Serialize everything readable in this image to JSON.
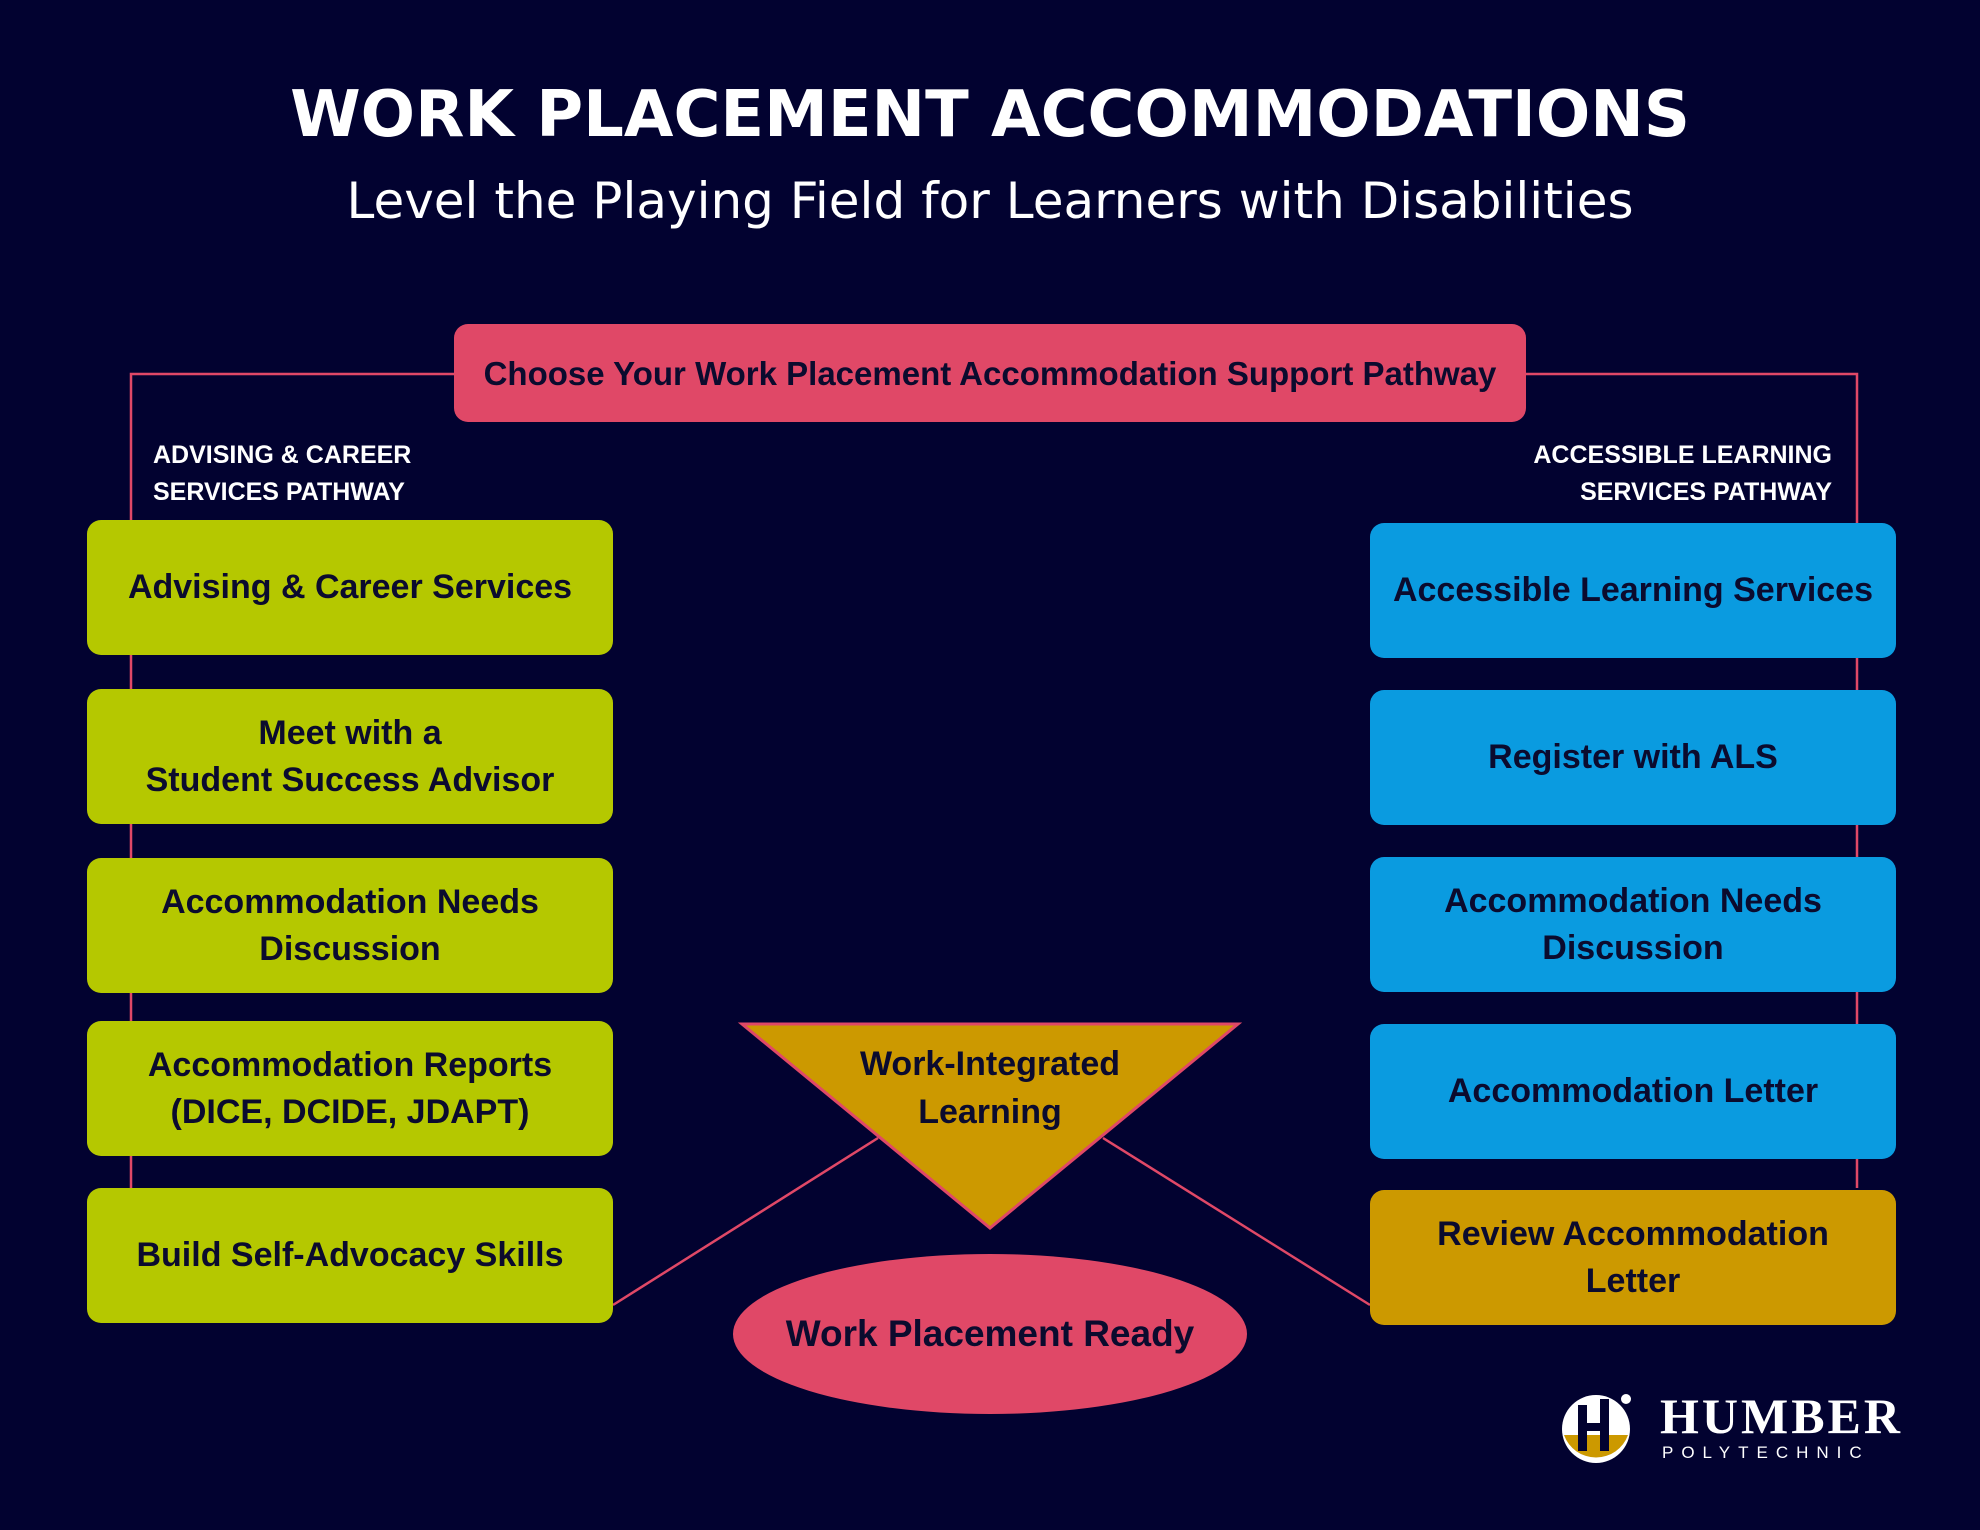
{
  "title": "WORK PLACEMENT ACCOMMODATIONS",
  "subtitle": "Level the Playing Field for Learners with Disabilities",
  "header": "Choose Your Work Placement Accommodation Support Pathway",
  "left_pathway": {
    "label": "ADVISING & CAREER\nSERVICES PATHWAY",
    "steps": [
      "Advising & Career Services",
      "Meet with a\nStudent Success Advisor",
      "Accommodation Needs\nDiscussion",
      "Accommodation Reports\n(DICE, DCIDE, JDAPT)",
      "Build Self-Advocacy Skills"
    ]
  },
  "right_pathway": {
    "label": "ACCESSIBLE LEARNING\nSERVICES PATHWAY",
    "steps": [
      "Accessible Learning Services",
      "Register with ALS",
      "Accommodation Needs\nDiscussion",
      "Accommodation Letter",
      "Review Accommodation\nLetter"
    ]
  },
  "center": {
    "wil": "Work-Integrated\nLearning",
    "ready": "Work Placement Ready"
  },
  "logo": {
    "name": "HUMBER",
    "sub": "POLYTECHNIC"
  },
  "colors": {
    "background": "#020230",
    "pink": "#e04867",
    "green": "#b5c800",
    "blue": "#0a9be0",
    "gold": "#cc9900"
  }
}
